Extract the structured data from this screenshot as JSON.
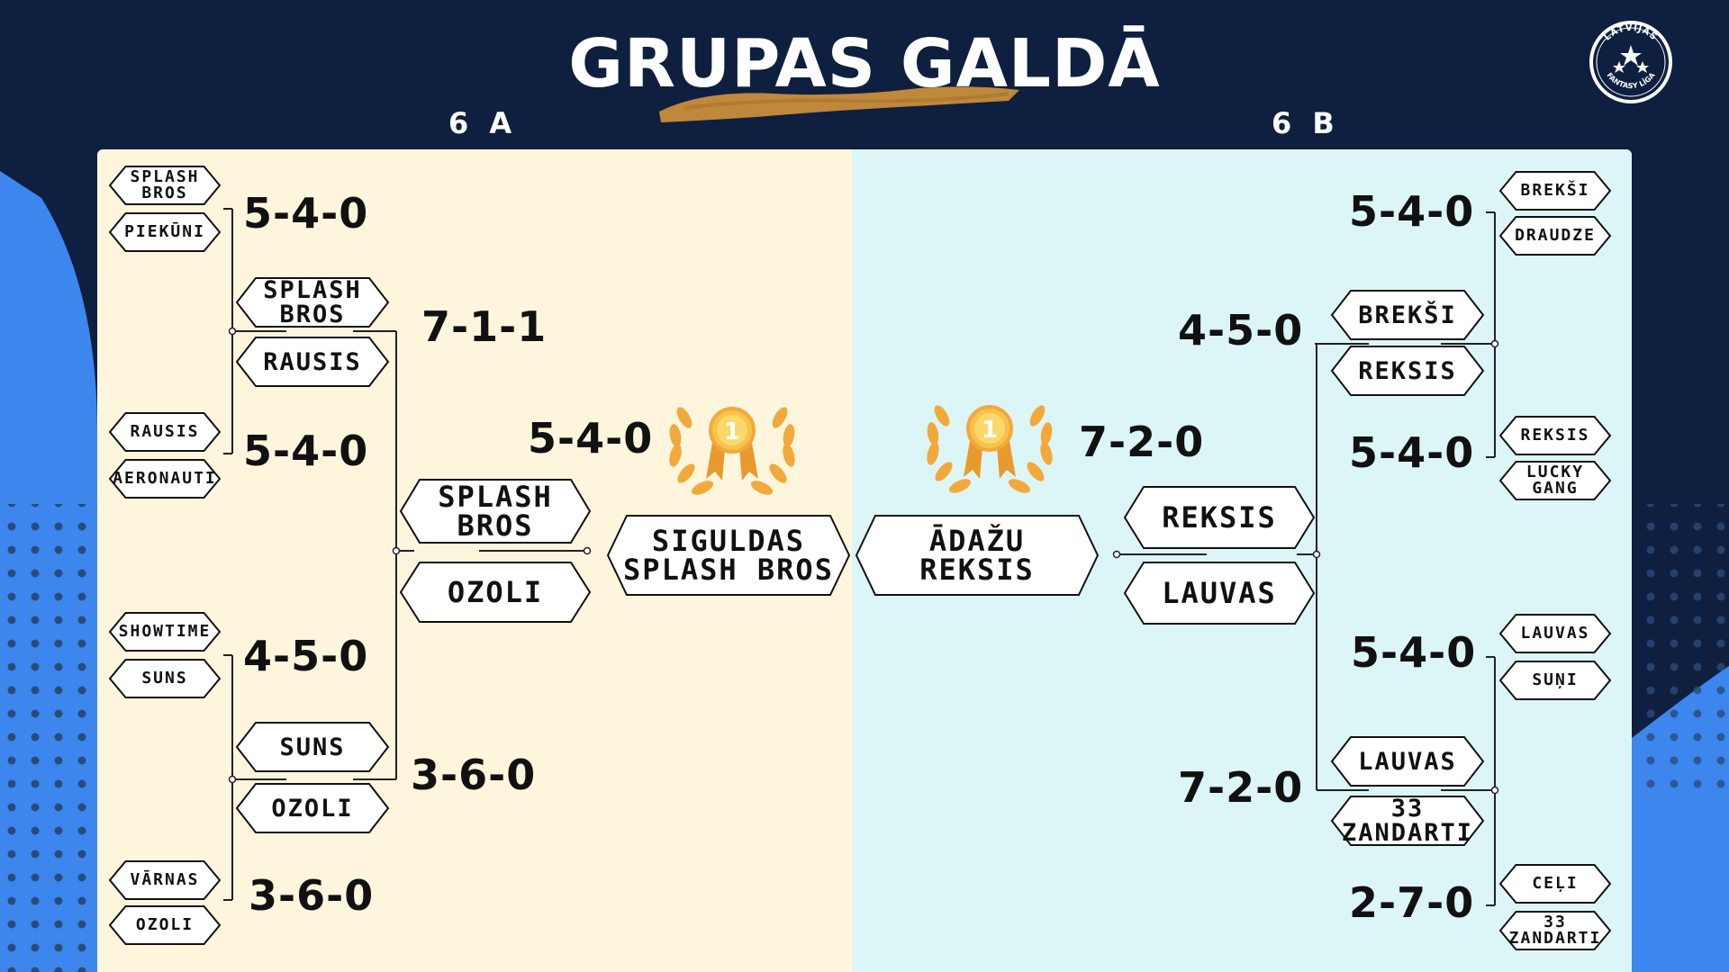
{
  "title": "GRUPAS GALDĀ",
  "logo": {
    "top_text": "LATVIJAS",
    "bottom_text": "FANTASY LĪGA",
    "icon": "stars-badge-icon"
  },
  "colors": {
    "background": "#0f1f3f",
    "left_panel": "#fdf6dd",
    "right_panel": "#dcf6f7",
    "accent_blue": "#3d86ee",
    "gold": "#f2a93b",
    "brush": "#c98e3a"
  },
  "groups": {
    "a": "6 A",
    "b": "6 B"
  },
  "left": {
    "r1": [
      {
        "team1": "SPLASH\nBROS",
        "team2": "PIEKŪNI",
        "score": "5-4-0"
      },
      {
        "team1": "RAUSIS",
        "team2": "AERONAUTI",
        "score": "5-4-0"
      },
      {
        "team1": "SHOWTIME",
        "team2": "SUNS",
        "score": "4-5-0"
      },
      {
        "team1": "VĀRNAS",
        "team2": "OZOLI",
        "score": "3-6-0"
      }
    ],
    "r2": [
      {
        "team1": "SPLASH\nBROS",
        "team2": "RAUSIS",
        "score": "7-1-1"
      },
      {
        "team1": "SUNS",
        "team2": "OZOLI",
        "score": "3-6-0"
      }
    ],
    "r3": {
      "team1": "SPLASH\nBROS",
      "team2": "OZOLI",
      "score": "5-4-0"
    },
    "champion": "SIGULDAS\nSPLASH BROS",
    "medal_number": "1"
  },
  "right": {
    "r1": [
      {
        "team1": "BREKŠI",
        "team2": "DRAUDZE",
        "score": "5-4-0"
      },
      {
        "team1": "REKSIS",
        "team2": "LUCKY\nGANG",
        "score": "5-4-0"
      },
      {
        "team1": "LAUVAS",
        "team2": "SUŅI",
        "score": "5-4-0"
      },
      {
        "team1": "CEĻI",
        "team2": "33\nZANDARTI",
        "score": "2-7-0"
      }
    ],
    "r2": [
      {
        "team1": "BREKŠI",
        "team2": "REKSIS",
        "score": "4-5-0"
      },
      {
        "team1": "LAUVAS",
        "team2": "33\nZANDARTI",
        "score": "7-2-0"
      }
    ],
    "r3": {
      "team1": "REKSIS",
      "team2": "LAUVAS",
      "score": "7-2-0"
    },
    "champion": "ĀDAŽU\nREKSIS",
    "medal_number": "1"
  }
}
